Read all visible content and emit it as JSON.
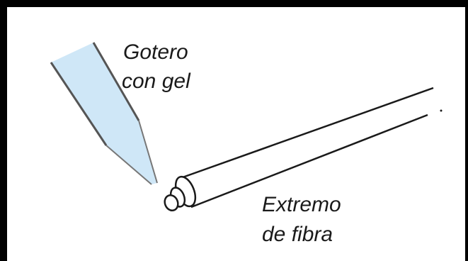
{
  "labels": {
    "dropper_line1": "Gotero",
    "dropper_line2": "con gel",
    "fiber_line1": "Extremo",
    "fiber_line2": "de fibra"
  },
  "colors": {
    "frame": "#000000",
    "background": "#ffffff",
    "dropper_fill": "#cfe7f7",
    "line": "#1a1a1a"
  },
  "icons": {
    "dropper": "gel-dropper-icon",
    "fiber": "fiber-optic-cable-icon"
  }
}
